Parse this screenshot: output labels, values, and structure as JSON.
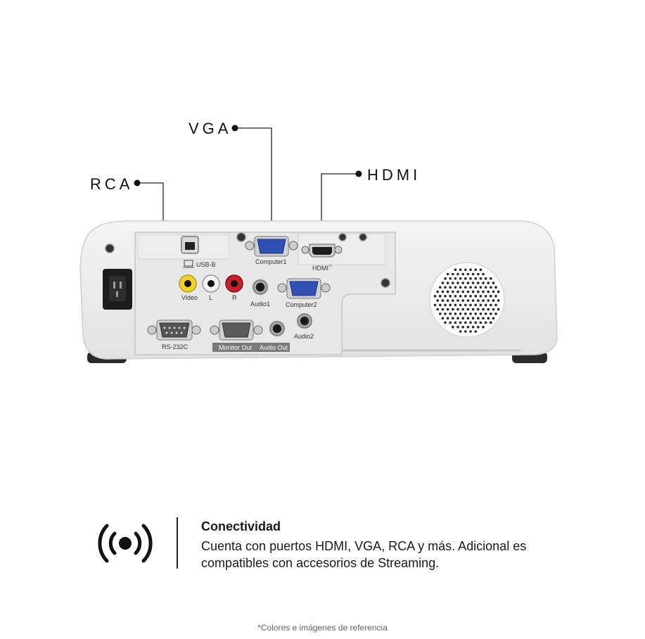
{
  "callouts": {
    "vga": "VGA",
    "hdmi": "HDMI",
    "rca": "RCA"
  },
  "ports": {
    "usb_b": "USB-B",
    "computer1": "Computer1",
    "hdmi": "HDMI",
    "hdmi_tm": "™",
    "video": "Video",
    "left": "L",
    "right": "R",
    "audio1": "Audio1",
    "computer2": "Computer2",
    "rs232c": "RS-232C",
    "monitor_out": "Monitor Out",
    "audio_out": "Audio Out",
    "audio2": "Audio2"
  },
  "info": {
    "icon": "broadcast-icon",
    "title": "Conectividad",
    "body": "Cuenta con puertos HDMI, VGA, RCA y más. Adicional es compatibles con accesorios de Streaming."
  },
  "footnote": "*Colores e imágenes de referencia",
  "colors": {
    "vga_blue": "#2f4fb5",
    "rca_yellow": "#f2d22a",
    "rca_red": "#c8202a",
    "label_bar": "#7a7a7a"
  }
}
